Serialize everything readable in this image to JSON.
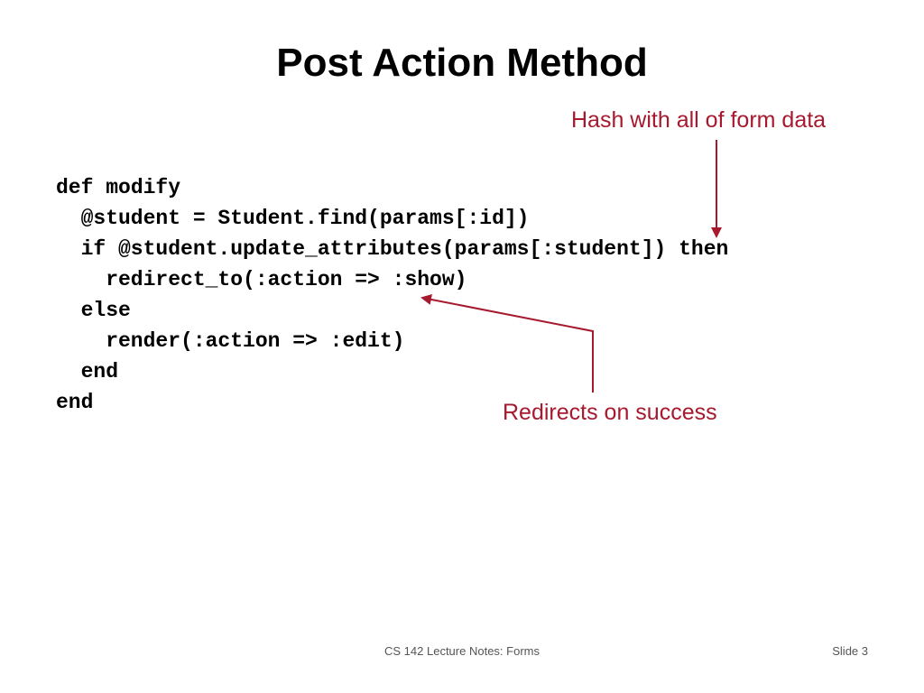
{
  "slide": {
    "title": "Post Action Method",
    "code_lines": [
      {
        "indent": 0,
        "text": "def modify"
      },
      {
        "indent": 1,
        "text": "@student = Student.find(params[:id])"
      },
      {
        "indent": 1,
        "text": "if @student.update_attributes(params[:student]) then"
      },
      {
        "indent": 2,
        "text": "redirect_to(:action => :show)"
      },
      {
        "indent": 1,
        "text": "else"
      },
      {
        "indent": 2,
        "text": "render(:action => :edit)"
      },
      {
        "indent": 1,
        "text": "end"
      },
      {
        "indent": 0,
        "text": "end"
      }
    ],
    "annotations": {
      "hash": "Hash with all of form data",
      "redirect": "Redirects on success"
    },
    "footer": {
      "course": "CS 142 Lecture Notes: Forms",
      "slide_number": "Slide 3"
    }
  },
  "colors": {
    "accent": "#a6192e",
    "text": "#000000",
    "footer": "#555555"
  }
}
